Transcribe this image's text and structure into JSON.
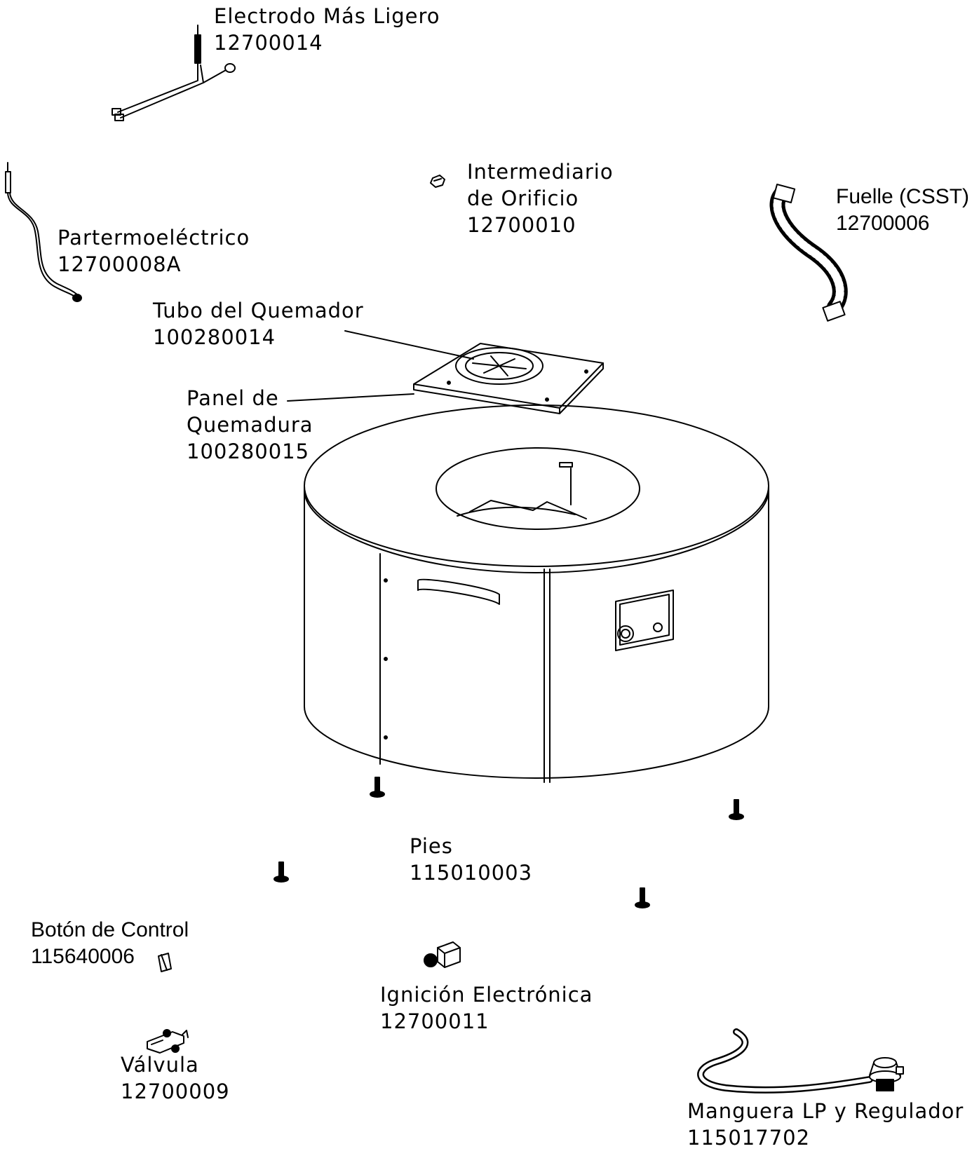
{
  "parts": {
    "electrodo": {
      "name": "Electrodo Más Ligero",
      "code": "12700014"
    },
    "partermo": {
      "name": "Partermoeléctrico",
      "code": "12700008A"
    },
    "intermediario": {
      "line1": "Intermediario",
      "line2": "de Orificio",
      "code": "12700010"
    },
    "fuelle": {
      "name": "Fuelle (CSST)",
      "code": "12700006"
    },
    "tubo": {
      "name": "Tubo del Quemador",
      "code": "100280014"
    },
    "panel": {
      "line1": "Panel de",
      "line2": "Quemadura",
      "code": "100280015"
    },
    "pies": {
      "name": "Pies",
      "code": "115010003"
    },
    "boton": {
      "name": "Botón de Control",
      "code": "115640006"
    },
    "ignicion": {
      "name": "Ignición Electrónica",
      "code": "12700011"
    },
    "valvula": {
      "name": "Válvula",
      "code": "12700009"
    },
    "manguera": {
      "name": "Manguera LP y Regulador",
      "code": "115017702"
    }
  },
  "colors": {
    "line": "#000000",
    "background": "#ffffff"
  }
}
